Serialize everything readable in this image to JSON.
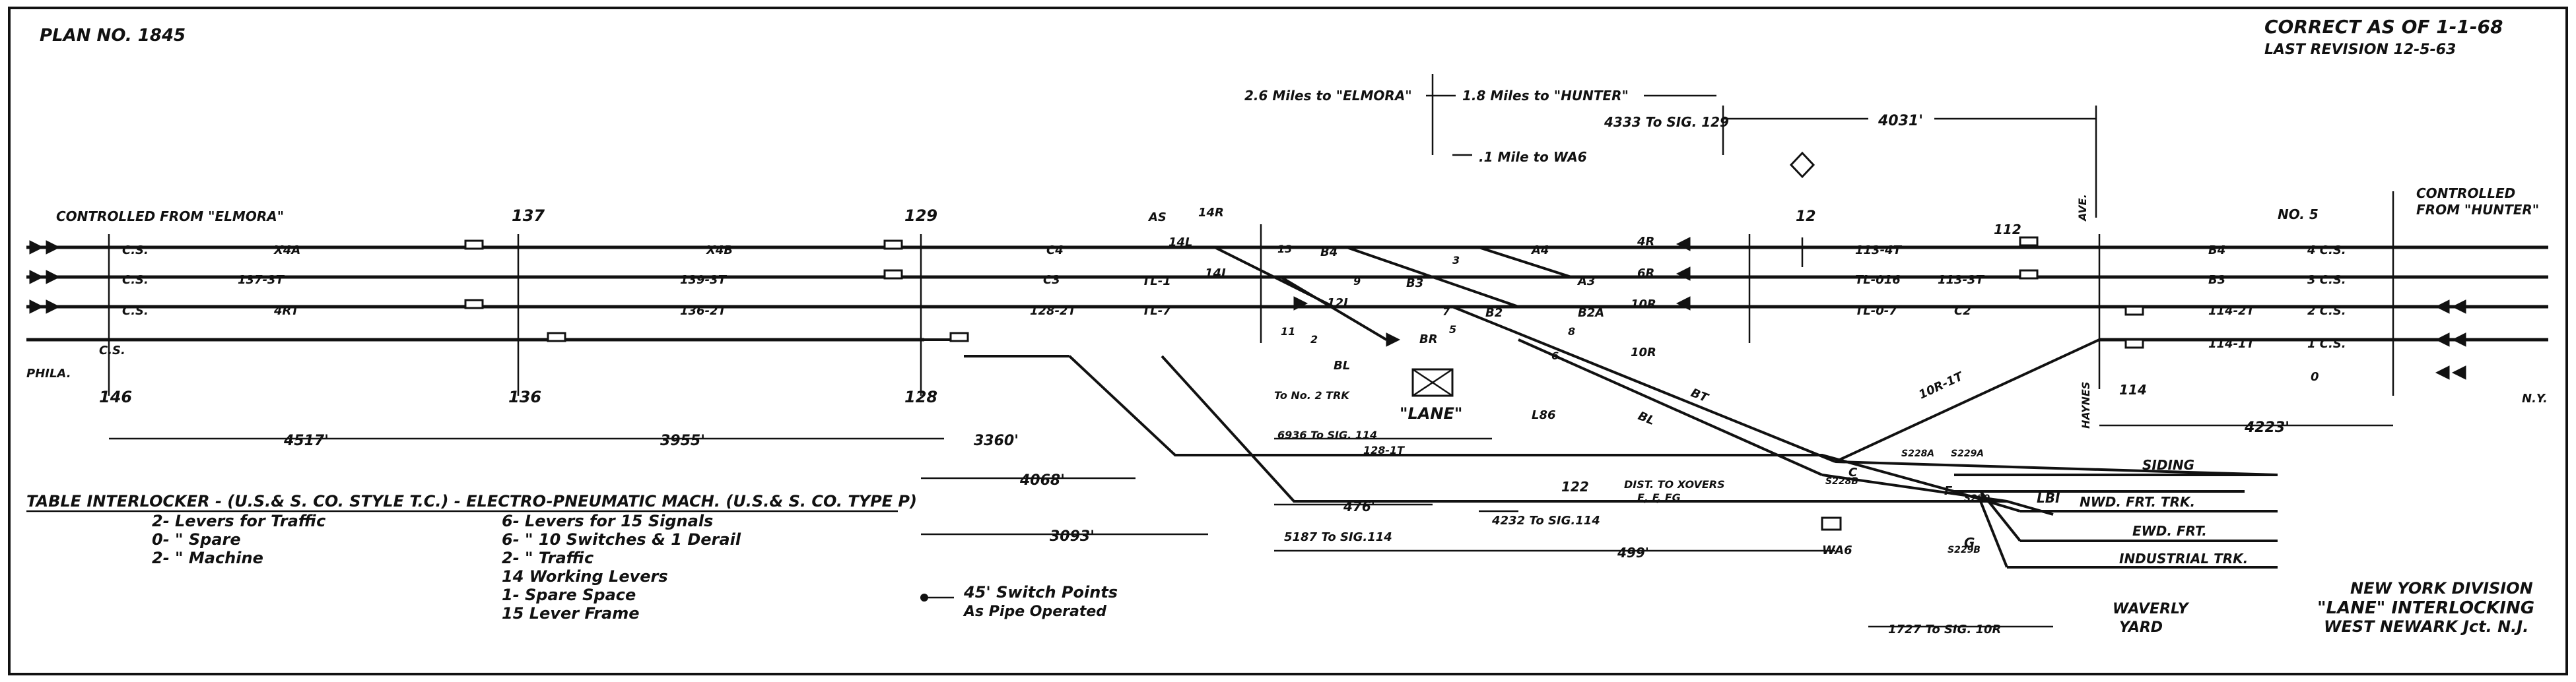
{
  "header": {
    "plan_no": "PLAN NO. 1845",
    "correct_as_of": "CORRECT AS OF  1-1-68",
    "last_revision": "LAST REVISION  12-5-63"
  },
  "distances_top": {
    "to_elmora": "2.6 Miles to \"ELMORA\"",
    "to_hunter": "1.8 Miles to \"HUNTER\"",
    "to_sig129": "4333 To SIG. 129",
    "d4031": "4031'",
    "to_wa6": ".1 Mile to WA6"
  },
  "controlled": {
    "left": "CONTROLLED FROM \"ELMORA\"",
    "right_1": "CONTROLLED",
    "right_2": "FROM \"HUNTER\""
  },
  "track_labels": {
    "cs1": "C.S.",
    "x4a": "X4A",
    "x4b": "X4B",
    "c4": "C4",
    "cs2": "C.S.",
    "t137_3t": "137-3T",
    "t139_3t": "139-3T",
    "c3": "C3",
    "cs3": "C.S.",
    "t4rt": "4RT",
    "t136_2t": "136-2T",
    "t128_2t": "128-2T",
    "cs4": "C.S.",
    "phila": "PHILA.",
    "tl1": "TL-1",
    "tl7": "TL-7",
    "tl016": "TL-016",
    "tl07": "TL-0-7",
    "t113_4t": "113-4T",
    "t113_3t": "113-3T",
    "c2": "C2",
    "b4": "B4",
    "b3": "B3",
    "t114_2t": "114-2T",
    "t114_1t": "114-1T",
    "r4cs": "4 C.S.",
    "r3cs": "3 C.S.",
    "r2cs": "2 C.S.",
    "r1cs": "1 C.S.",
    "r0": "0",
    "ny": "N.Y.",
    "no5": "NO. 5",
    "ave": "AVE.",
    "haynes": "HAYNES",
    "t10_1t": "10R-1T",
    "bt": "BT",
    "bl_track": "BL"
  },
  "signals": {
    "s146": "146",
    "s137": "137",
    "s136": "136",
    "s129": "129",
    "s128": "128",
    "s12": "12",
    "s112": "112",
    "s114": "114",
    "s122": "122"
  },
  "switches": {
    "as": "AS",
    "l14r": "14R",
    "l14l": "14L",
    "l14l2": "14L",
    "l12l": "12L",
    "b4": "B4",
    "b3": "B3",
    "a4": "A4",
    "a3": "A3",
    "b2": "B2",
    "b2a": "B2A",
    "r4": "4R",
    "r6": "6R",
    "r10": "10R",
    "bl": "BL",
    "br": "BR",
    "r10b": "10R",
    "l8": "L86",
    "n13": "13",
    "n11": "11",
    "n9": "9",
    "n3": "3",
    "n7": "7",
    "n5": "5",
    "n8": "8",
    "n6": "6",
    "n2": "2",
    "c": "C",
    "f": "F",
    "g": "G",
    "s228a": "S228A",
    "s229a": "S229A",
    "s228b": "S228B",
    "s229b": "S229B",
    "s229": "S229"
  },
  "distances_bottom": {
    "d4517": "4517'",
    "d3955": "3955'",
    "d3360": "3360'",
    "d4068": "4068'",
    "d3093": "3093'",
    "d476": "476'",
    "d5187": "5187 To SIG.114",
    "d4232": "4232 To SIG.114",
    "d499": "499'",
    "d6936": "6936 To SIG. 114",
    "t128_1t": "128-1T",
    "d4223": "4223'",
    "d1727": "1727 To SIG. 10R",
    "to_no2": "To No. 2 TRK",
    "dist_xovers_1": "DIST. TO XOVERS",
    "dist_xovers_2": "E, F, FG"
  },
  "tower": {
    "name": "\"LANE\"",
    "wa6": "WA6"
  },
  "yard": {
    "siding": "SIDING",
    "lbi": "LBI",
    "nwd": "NWD. FRT. TRK.",
    "ewd": "EWD. FRT.",
    "industrial": "INDUSTRIAL TRK.",
    "waverly_1": "WAVERLY",
    "waverly_2": "YARD"
  },
  "legend": {
    "title": "TABLE INTERLOCKER - (U.S.& S. CO. STYLE T.C.) - ELECTRO-PNEUMATIC MACH. (U.S.& S. CO. TYPE P)",
    "l1": "2- Levers for Traffic",
    "l2": "0-  \"  Spare",
    "l3": "2-  \"  Machine",
    "r1": "6- Levers for 15 Signals",
    "r2": "6-  \"  10 Switches & 1 Derail",
    "r3": "2-  \"  Traffic",
    "r4": "14 Working Levers",
    "r5": "1- Spare Space",
    "r6": "15 Lever Frame",
    "k1": "45' Switch Points",
    "k2": "As Pipe Operated"
  },
  "footer": {
    "division": "NEW YORK DIVISION",
    "interlocking": "\"LANE\" INTERLOCKING",
    "location": "WEST NEWARK Jct. N.J."
  }
}
